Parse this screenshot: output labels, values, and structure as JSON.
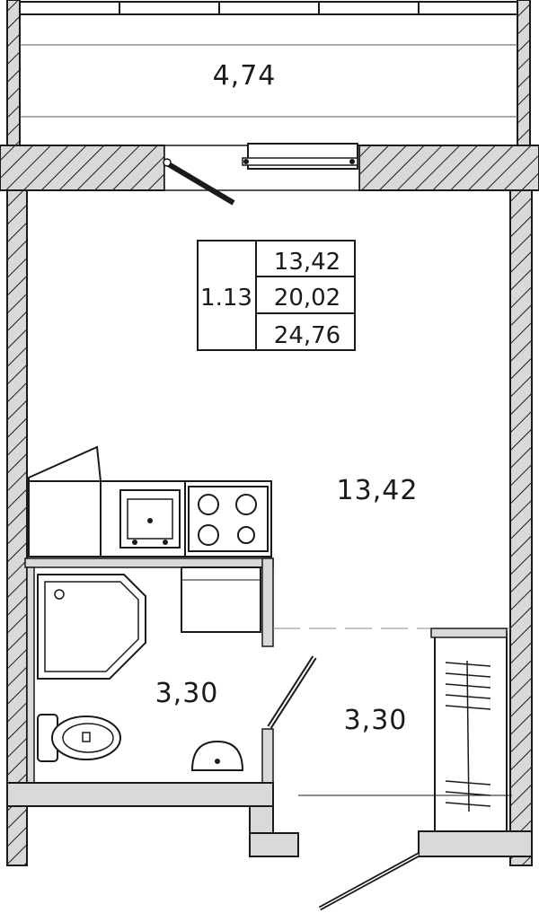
{
  "plan": {
    "balcony_area": "4,74",
    "unit": {
      "number": "1.13",
      "living_area": "13,42",
      "total_area": "20,02",
      "total_with_balcony": "24,76"
    },
    "rooms": {
      "main_room_area": "13,42",
      "bathroom_area": "3,30",
      "hallway_area": "3,30"
    },
    "colors": {
      "wall_fill": "#d9d9d9",
      "line": "#1a1a1a",
      "background": "#ffffff"
    }
  }
}
